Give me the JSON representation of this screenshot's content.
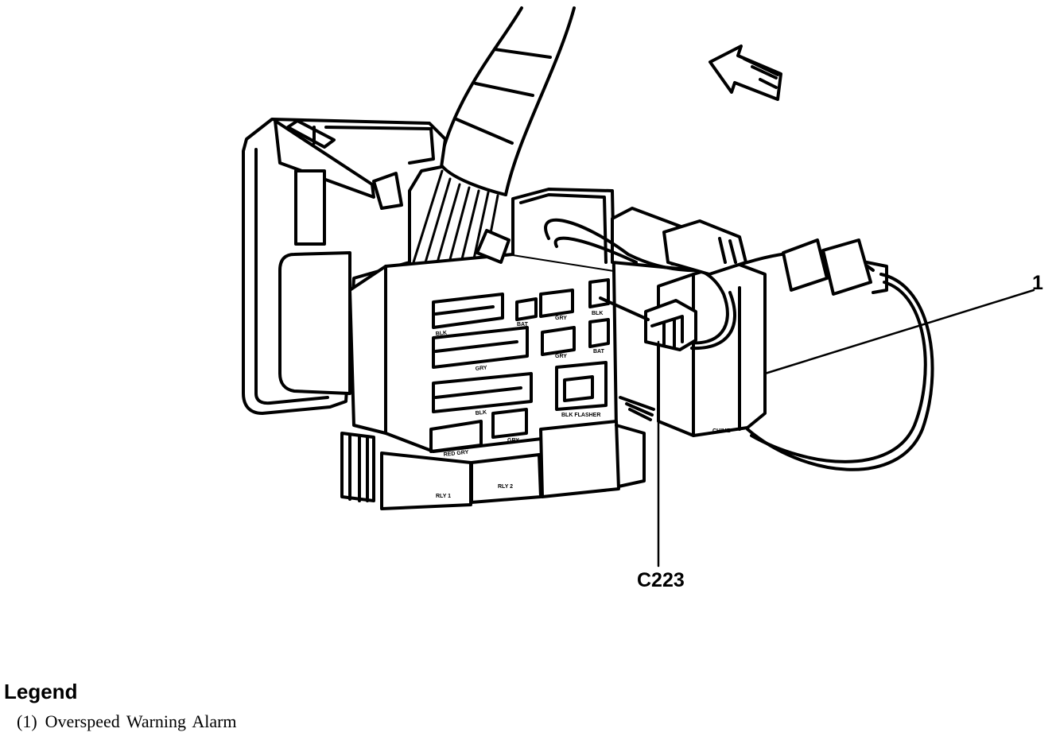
{
  "callouts": {
    "item_1": "1",
    "connector": "C223"
  },
  "component_labels": {
    "blk_1": "BLK",
    "bat_1": "BAT",
    "gry_1": "GRY",
    "blk_top_right": "BLK",
    "gry_2": "GRY",
    "gry_3": "GRY",
    "bat_2": "BAT",
    "blk_2": "BLK",
    "blk_flasher": "BLK FLASHER",
    "red_gry": "RED GRY",
    "gry_4": "GRY",
    "rly_1": "RLY 1",
    "rly_2": "RLY 2",
    "chime": "CHIME"
  },
  "legend": {
    "title": "Legend",
    "items": [
      {
        "number": "(1)",
        "text": "Overspeed Warning Alarm"
      }
    ]
  }
}
